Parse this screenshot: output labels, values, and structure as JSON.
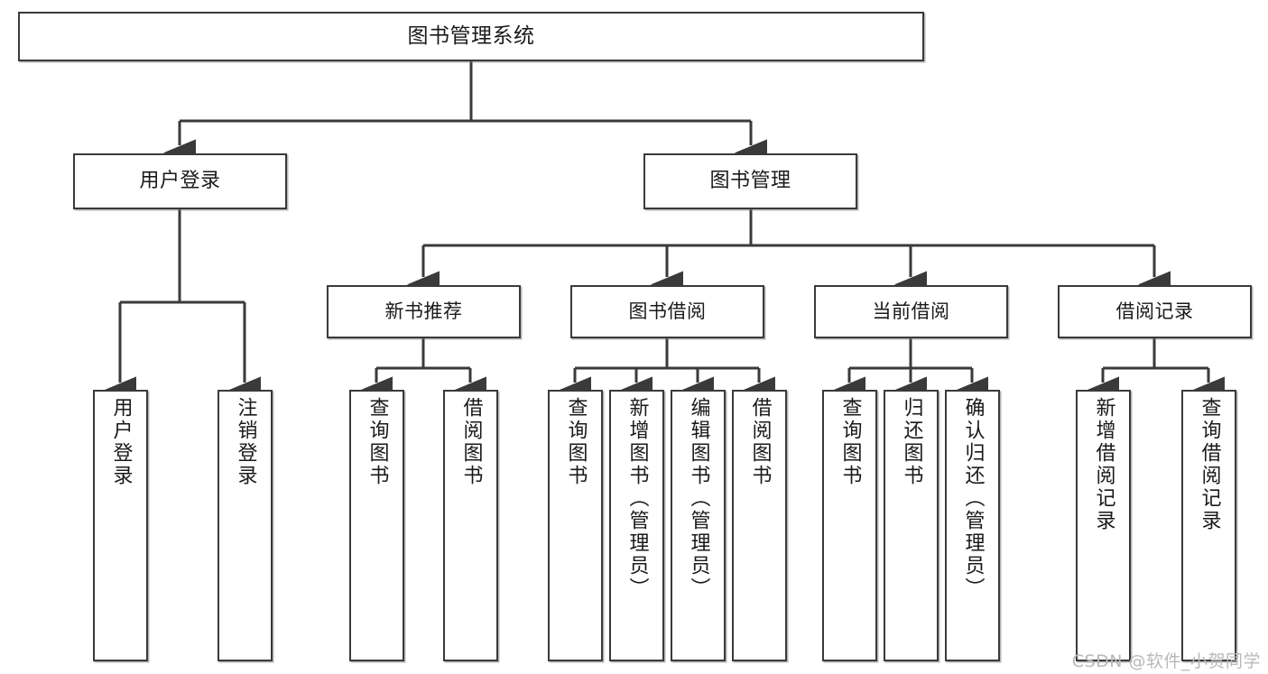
{
  "diagram": {
    "type": "tree",
    "title": "图书管理系统",
    "watermark": "CSDN @软件_小贺同学",
    "colors": {
      "stroke": "#3a3a3a",
      "fill": "#ffffff",
      "text": "#1a1a1a",
      "watermark": "#b9b9b9"
    },
    "root": {
      "label": "图书管理系统"
    },
    "level2": [
      {
        "id": "user-login",
        "label": "用户登录"
      },
      {
        "id": "book-manage",
        "label": "图书管理"
      }
    ],
    "level3": [
      {
        "id": "new-book-recommend",
        "label": "新书推荐",
        "parent": "book-manage"
      },
      {
        "id": "book-borrow",
        "label": "图书借阅",
        "parent": "book-manage"
      },
      {
        "id": "current-borrow",
        "label": "当前借阅",
        "parent": "book-manage"
      },
      {
        "id": "borrow-record",
        "label": "借阅记录",
        "parent": "book-manage"
      }
    ],
    "leaves": [
      {
        "id": "leaf-user-login",
        "label": "用户登录",
        "parent": "user-login"
      },
      {
        "id": "leaf-logout",
        "label": "注销登录",
        "parent": "user-login"
      },
      {
        "id": "leaf-query-book-1",
        "label": "查询图书",
        "parent": "new-book-recommend"
      },
      {
        "id": "leaf-borrow-book-1",
        "label": "借阅图书",
        "parent": "new-book-recommend"
      },
      {
        "id": "leaf-query-book-2",
        "label": "查询图书",
        "parent": "book-borrow"
      },
      {
        "id": "leaf-add-book",
        "label": "新增图书（管理员）",
        "parent": "book-borrow"
      },
      {
        "id": "leaf-edit-book",
        "label": "编辑图书（管理员）",
        "parent": "book-borrow"
      },
      {
        "id": "leaf-borrow-book-2",
        "label": "借阅图书",
        "parent": "book-borrow"
      },
      {
        "id": "leaf-query-book-3",
        "label": "查询图书",
        "parent": "current-borrow"
      },
      {
        "id": "leaf-return-book",
        "label": "归还图书",
        "parent": "current-borrow"
      },
      {
        "id": "leaf-confirm-return",
        "label": "确认归还（管理员）",
        "parent": "current-borrow"
      },
      {
        "id": "leaf-add-record",
        "label": "新增借阅记录",
        "parent": "borrow-record"
      },
      {
        "id": "leaf-query-record",
        "label": "查询借阅记录",
        "parent": "borrow-record"
      }
    ]
  }
}
